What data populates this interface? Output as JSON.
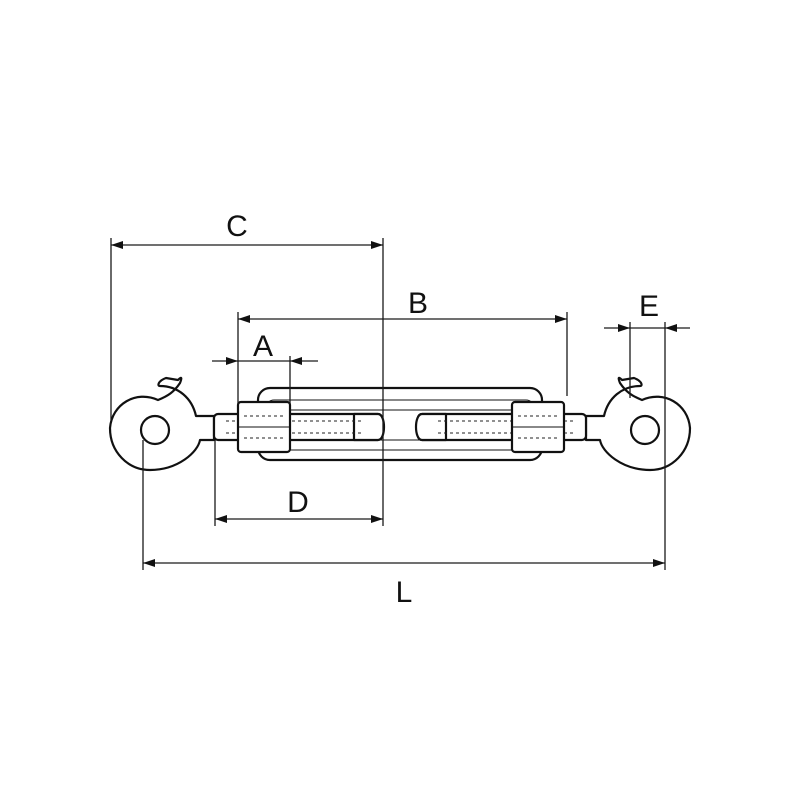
{
  "drawing": {
    "labels": {
      "A": "A",
      "B": "B",
      "C": "C",
      "D": "D",
      "E": "E",
      "L": "L"
    }
  }
}
